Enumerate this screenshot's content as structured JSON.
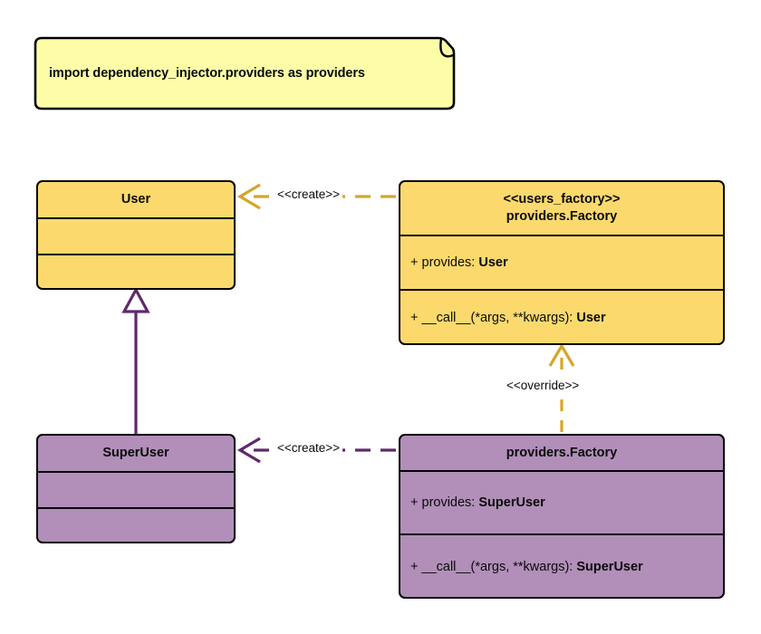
{
  "diagram": {
    "title": "UML class diagram - dependency_injector providers.Factory override",
    "background": "#ffffff",
    "colors": {
      "note_fill": "#FDFDA8",
      "note_border": "#000000",
      "user_fill": "#FBD96D",
      "superuser_fill": "#B18FB9",
      "class_border": "#000000",
      "create_edge_yellow": "#D4A62A",
      "create_edge_purple": "#5F2A6B",
      "override_edge": "#D4A62A",
      "generalization_edge": "#5F2A6B",
      "text": "#0a0a0a"
    }
  },
  "note": {
    "text": "import dependency_injector.providers as providers",
    "fill": "#FDFDA8"
  },
  "classes": [
    {
      "id": "user",
      "stereotype": "",
      "name": "User",
      "attributes": [],
      "methods": [],
      "fill": "#FBD96D"
    },
    {
      "id": "users-factory",
      "stereotype": "<<users_factory>>",
      "name": "providers.Factory",
      "attributes": [
        {
          "visibility": "+",
          "label": "provides:",
          "type": "User"
        }
      ],
      "methods": [
        {
          "visibility": "+",
          "label": "__call__(*args, **kwargs):",
          "type": "User"
        }
      ],
      "fill": "#FBD96D"
    },
    {
      "id": "superuser",
      "stereotype": "",
      "name": "SuperUser",
      "attributes": [],
      "methods": [],
      "fill": "#B18FB9"
    },
    {
      "id": "superuser-factory",
      "stereotype": "",
      "name": "providers.Factory",
      "attributes": [
        {
          "visibility": "+",
          "label": "provides:",
          "type": "SuperUser"
        }
      ],
      "methods": [
        {
          "visibility": "+",
          "label": "__call__(*args, **kwargs):",
          "type": "SuperUser"
        }
      ],
      "fill": "#B18FB9"
    }
  ],
  "relationships": [
    {
      "id": "create-user",
      "label": "<<create>>",
      "style": "dashed",
      "arrow": "open",
      "color": "#D4A62A",
      "from": "users-factory",
      "to": "user"
    },
    {
      "id": "create-superuser",
      "label": "<<create>>",
      "style": "dashed",
      "arrow": "open",
      "color": "#5F2A6B",
      "from": "superuser-factory",
      "to": "superuser"
    },
    {
      "id": "override",
      "label": "<<override>>",
      "style": "dashed",
      "arrow": "open",
      "color": "#D4A62A",
      "from": "superuser-factory",
      "to": "users-factory"
    },
    {
      "id": "generalization",
      "label": "",
      "style": "solid",
      "arrow": "hollow-triangle",
      "color": "#5F2A6B",
      "from": "superuser",
      "to": "user"
    }
  ]
}
